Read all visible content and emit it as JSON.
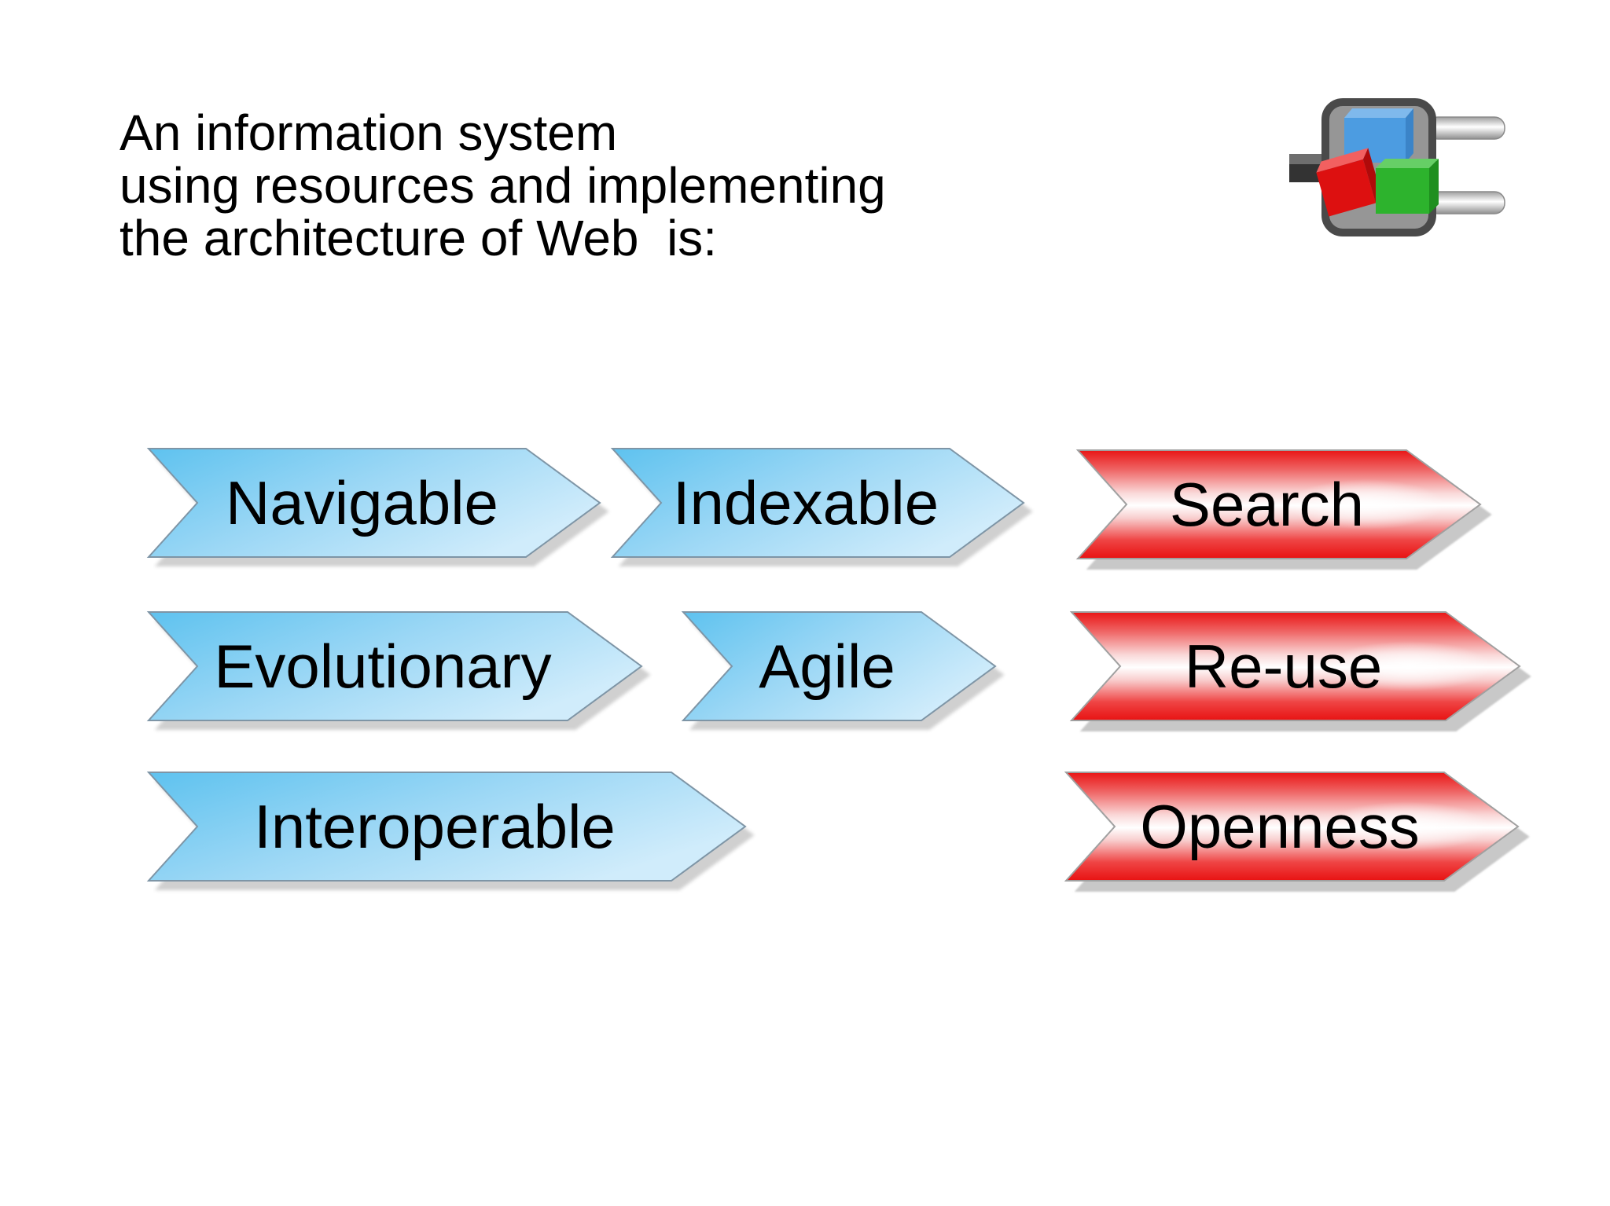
{
  "slide": {
    "background_color": "#ffffff",
    "title": {
      "line1": "An information system",
      "line2": "using resources and implementing",
      "line3": "the architecture of Web  is:"
    },
    "icon": {
      "name": "plug-connector",
      "colors": {
        "body_gray": "#969696",
        "outline_gray": "#4a4a4a",
        "cube_blue": "#4c9ce1",
        "cube_red": "#dd1010",
        "cube_green": "#2db32d",
        "prong_silver": "#e8e8e8"
      }
    },
    "arrows": [
      {
        "label": "Navigable",
        "color": "blue"
      },
      {
        "label": "Indexable",
        "color": "blue"
      },
      {
        "label": "Search",
        "color": "red"
      },
      {
        "label": "Evolutionary",
        "color": "blue"
      },
      {
        "label": "Agile",
        "color": "blue"
      },
      {
        "label": "Re-use",
        "color": "red"
      },
      {
        "label": "Interoperable",
        "color": "blue"
      },
      {
        "label": "Openness",
        "color": "red"
      }
    ],
    "colors": {
      "blue_arrow_start": "#5ec2ef",
      "blue_arrow_end": "#d0ecfb",
      "blue_arrow_stroke": "#7e95a6",
      "red_arrow": "#e91515",
      "red_arrow_highlight": "#ffffff",
      "red_arrow_stroke": "#a0a0a0",
      "text": "#000000",
      "shadow": "#c4c4c4"
    }
  }
}
